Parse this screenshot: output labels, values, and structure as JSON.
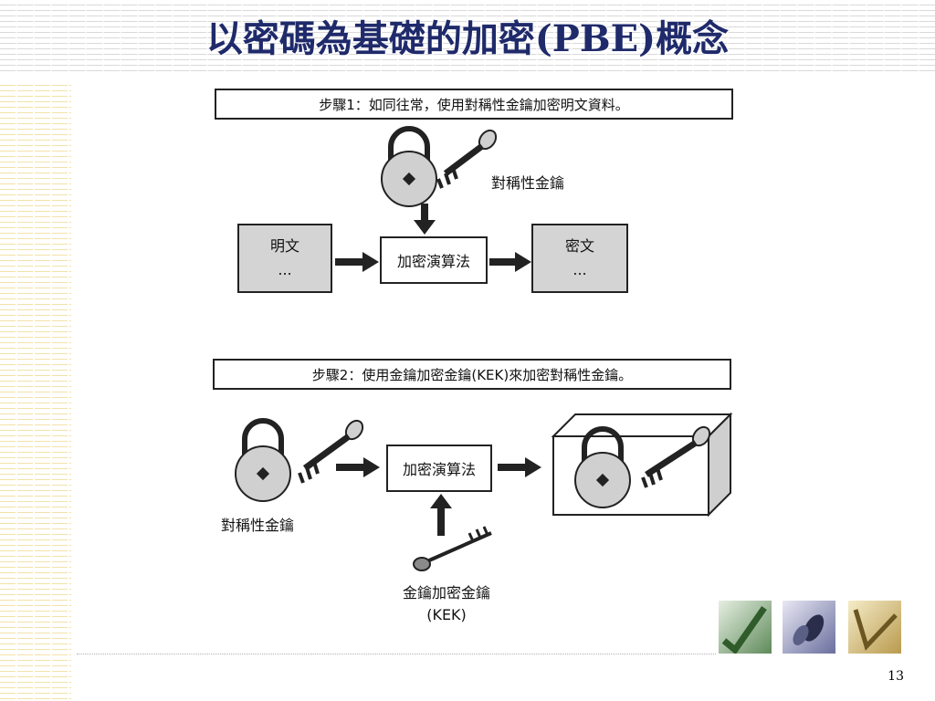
{
  "slide": {
    "title": "以密碼為基礎的加密(PBE)概念",
    "page_number": "13"
  },
  "figure": {
    "step1": {
      "caption": "步驟1：如同往常，使用對稱性金鑰加密明文資料。",
      "key_label": "對稱性金鑰",
      "plaintext_label": "明文",
      "plaintext_dots": "...",
      "algorithm_label": "加密演算法",
      "ciphertext_label": "密文",
      "ciphertext_dots": "..."
    },
    "step2": {
      "caption": "步驟2：使用金鑰加密金鑰(KEK)來加密對稱性金鑰。",
      "key_label": "對稱性金鑰",
      "algorithm_label": "加密演算法",
      "kek_label_line1": "金鑰加密金鑰",
      "kek_label_line2": "(KEK)"
    }
  },
  "colors": {
    "title": "#1f2a6b",
    "box_gray": "#d4d4d4",
    "lock_gray": "#d0d0d0",
    "stroke": "#222222"
  },
  "icons": [
    "padlock-icon",
    "key-icon",
    "arrow-right-icon",
    "arrow-down-icon",
    "arrow-up-icon",
    "box-3d-icon",
    "decor-thumbnail-icon"
  ]
}
